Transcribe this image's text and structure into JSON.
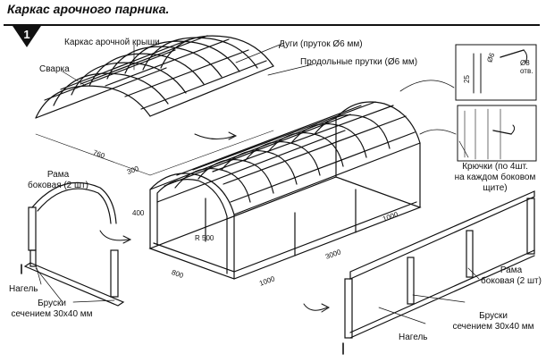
{
  "header": {
    "title": "Каркас арочного парника.",
    "step_number": "1"
  },
  "labels": {
    "roof_frame": "Каркас арочной крыши",
    "arcs": "Дуги (пруток Ø6 мм)",
    "long_rods": "Продольные прутки (Ø6 мм)",
    "welding": "Сварка",
    "side_frame_top_1": "Рама",
    "side_frame_top_2": "боковая (2 шт)",
    "hooks_1": "Крючки (по 4шт.",
    "hooks_2": "на каждом боковом",
    "hooks_3": "щите)",
    "dowel_left": "Нагель",
    "bars_left_1": "Бруски",
    "bars_left_2": "сечением 30х40 мм",
    "side_frame_right_1": "Рама",
    "side_frame_right_2": "боковая (2 шт)",
    "bars_right_1": "Бруски",
    "bars_right_2": "сечением 30х40 мм",
    "dowel_right": "Нагель"
  },
  "dimensions": {
    "roof_width": "760",
    "roof_step": "300",
    "height": "400",
    "radius": "R 500",
    "width": "800",
    "section": "1000",
    "length": "3000",
    "section_top": "1000",
    "detail_d1": "Ø6",
    "detail_d2": "Ø8",
    "detail_d3": "отв.",
    "detail_h": "25"
  }
}
